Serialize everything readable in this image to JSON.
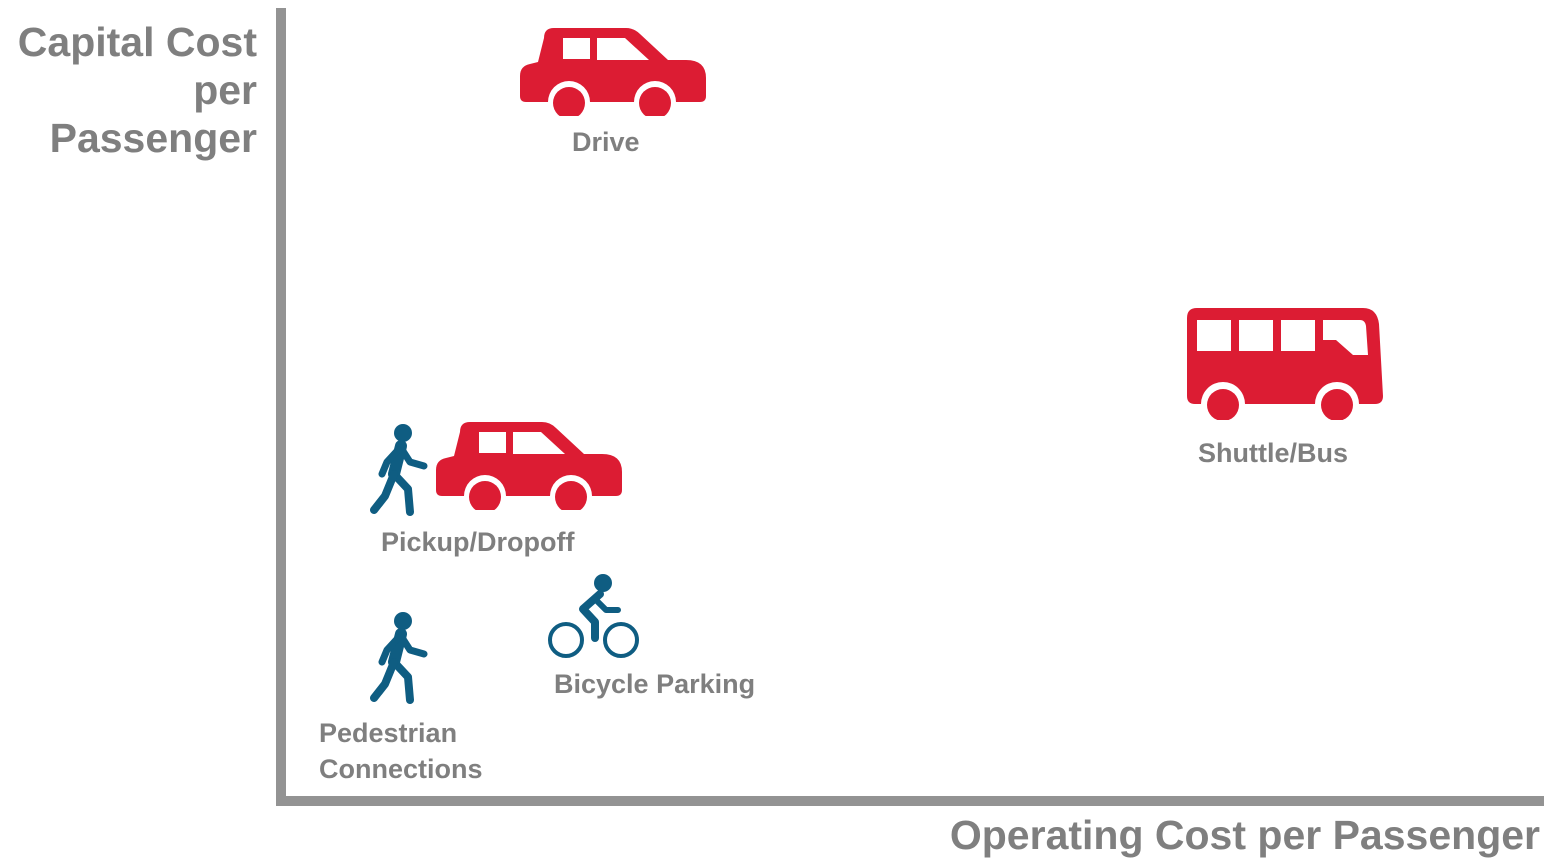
{
  "axes": {
    "y_title": "Capital Cost per Passenger",
    "x_title": "Operating Cost per Passenger"
  },
  "modes": {
    "drive": {
      "label": "Drive",
      "icon": "car-icon"
    },
    "shuttle": {
      "label": "Shuttle/Bus",
      "icon": "bus-icon"
    },
    "pickup": {
      "label": "Pickup/Dropoff",
      "icons": [
        "pedestrian-icon",
        "car-icon"
      ]
    },
    "bicycle": {
      "label": "Bicycle Parking",
      "icon": "cyclist-icon"
    },
    "pedestrian": {
      "label": "Pedestrian Connections",
      "icon": "pedestrian-icon"
    }
  },
  "colors": {
    "vehicle": "#dc1c33",
    "active": "#0f5d82",
    "axis": "#939393",
    "text": "#7f7f7f"
  }
}
